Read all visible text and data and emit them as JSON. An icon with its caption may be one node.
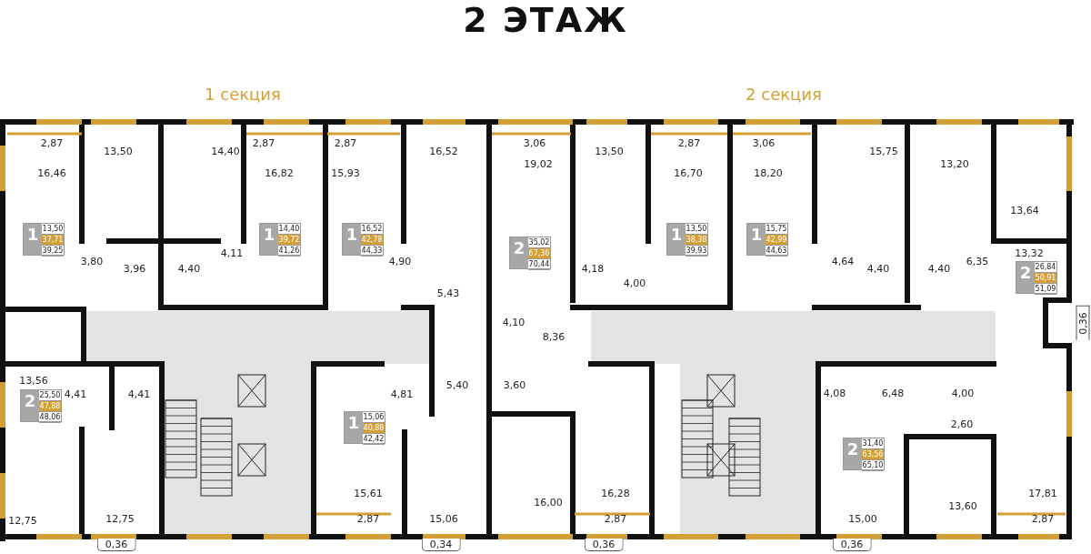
{
  "diagram": {
    "title": "2 ЭТАЖ",
    "nodes": [
      {
        "text": [
          "1",
          "13,50",
          "37,71",
          "39,25"
        ]
      },
      {
        "text": [
          "1",
          "14,40",
          "39,72",
          "41,26"
        ]
      },
      {
        "text": [
          "1",
          "16,52",
          "42,78",
          "44,33"
        ]
      },
      {
        "text": [
          "2",
          "35,02",
          "67,36",
          "70,44"
        ]
      },
      {
        "text": [
          "1",
          "13,50",
          "38,38",
          "39,93"
        ]
      },
      {
        "text": [
          "1",
          "15,75",
          "42,99",
          "44,63"
        ]
      },
      {
        "text": [
          "2",
          "26,84",
          "50,91",
          "51,09"
        ]
      },
      {
        "text": [
          "2",
          "25,50",
          "47,88",
          "48,06"
        ]
      },
      {
        "text": [
          "1",
          "15,06",
          "40,88",
          "42,42"
        ]
      },
      {
        "text": [
          "2",
          "31,40",
          "63,56",
          "65,10"
        ]
      }
    ],
    "labels": [
      "1 секция",
      "2 секция",
      "2,87",
      "13,50",
      "14,40",
      "2,87",
      "2,87",
      "16,52",
      "3,06",
      "13,50",
      "2,87",
      "3,06",
      "15,75",
      "16,46",
      "16,82",
      "15,93",
      "19,02",
      "16,70",
      "18,20",
      "13,20",
      "13,64",
      "4,11",
      "13,32",
      "3,80",
      "4,90",
      "4,64",
      "6,35",
      "3,96",
      "4,40",
      "4,18",
      "4,40",
      "4,40",
      "4,00",
      "5,43",
      "4,10",
      "0,36",
      "8,36",
      "13,56",
      "5,40",
      "3,60",
      "4,41",
      "4,41",
      "4,81",
      "4,08",
      "6,48",
      "4,00",
      "2,60",
      "15,61",
      "16,28",
      "17,81",
      "16,00",
      "13,60",
      "12,75",
      "12,75",
      "2,87",
      "15,06",
      "2,87",
      "15,00",
      "2,87",
      "0,36",
      "0,34",
      "0,36",
      "0,36"
    ]
  }
}
